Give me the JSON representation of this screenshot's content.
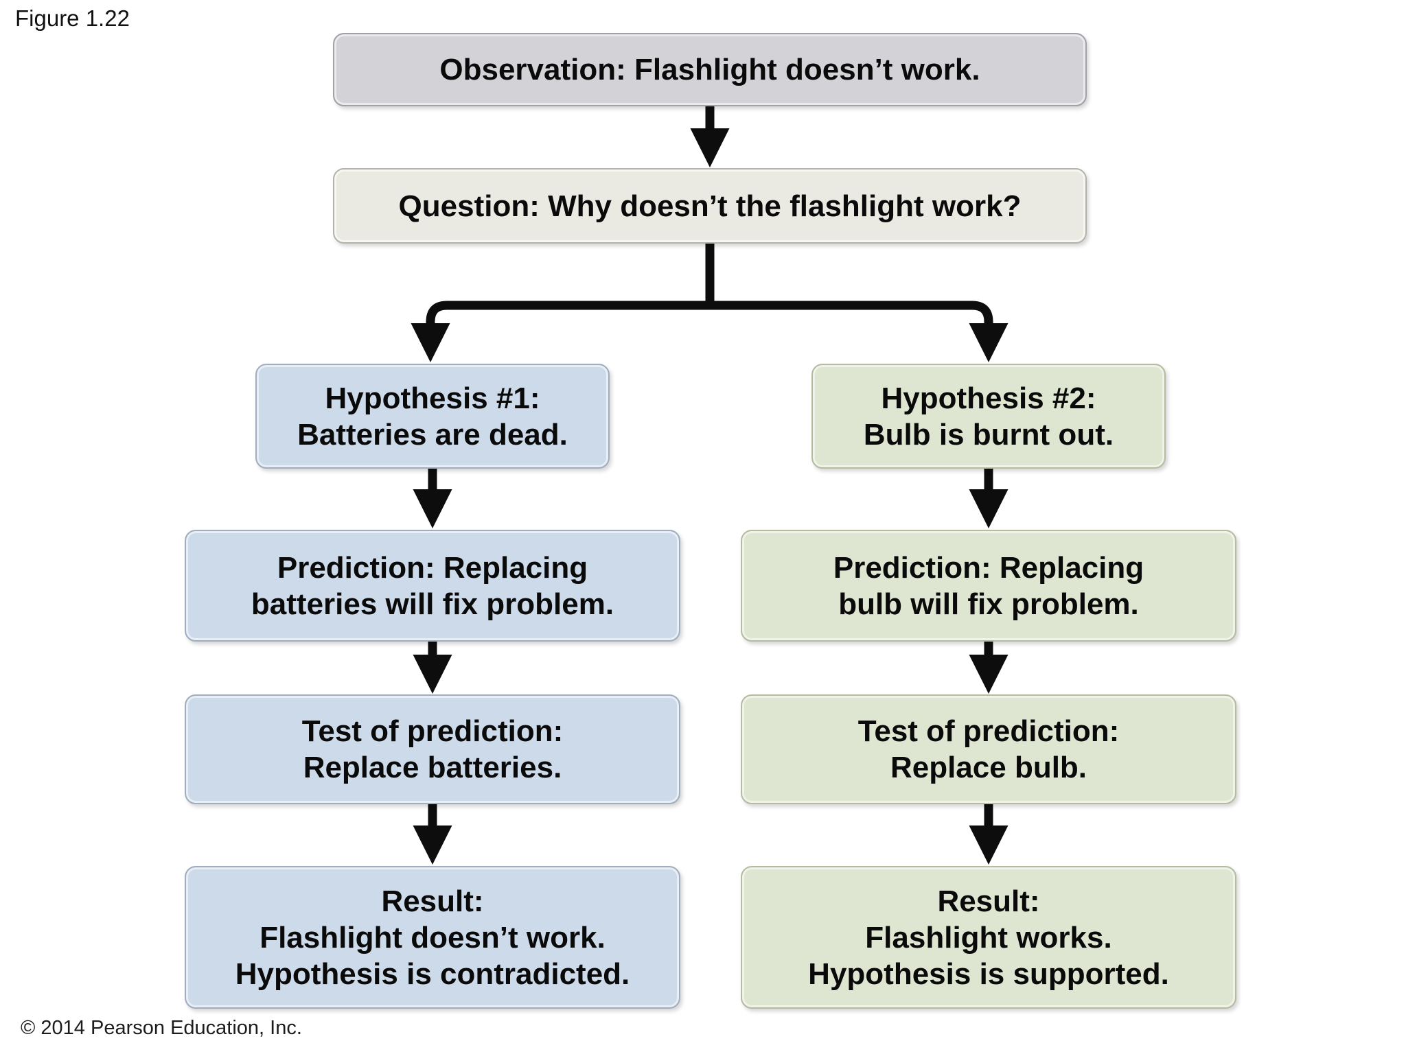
{
  "figure": {
    "label": "Figure 1.22"
  },
  "footer": {
    "copyright": "© 2014 Pearson Education, Inc."
  },
  "flowchart": {
    "observation": {
      "text": "Observation: Flashlight doesn’t work."
    },
    "question": {
      "text": "Question: Why doesn’t the flashlight work?"
    },
    "left": {
      "hypothesis": {
        "line1": "Hypothesis #1:",
        "line2": "Batteries are dead."
      },
      "prediction": {
        "line1": "Prediction: Replacing",
        "line2": "batteries will fix problem."
      },
      "test": {
        "line1": "Test of prediction:",
        "line2": "Replace batteries."
      },
      "result": {
        "line1": "Result:",
        "line2": "Flashlight doesn’t work.",
        "line3": "Hypothesis is contradicted."
      }
    },
    "right": {
      "hypothesis": {
        "line1": "Hypothesis #2:",
        "line2": "Bulb is burnt out."
      },
      "prediction": {
        "line1": "Prediction: Replacing",
        "line2": "bulb will fix problem."
      },
      "test": {
        "line1": "Test of prediction:",
        "line2": "Replace bulb."
      },
      "result": {
        "line1": "Result:",
        "line2": "Flashlight works.",
        "line3": "Hypothesis is supported."
      }
    }
  },
  "colors": {
    "background": "#ffffff",
    "text": "#0a0a0a",
    "arrow": "#0d0d0d",
    "observation_fill": "#d3d3d7",
    "question_fill": "#eaeae3",
    "hypothesis1_fill": "#cddaea",
    "hypothesis2_fill": "#dee5d0"
  }
}
